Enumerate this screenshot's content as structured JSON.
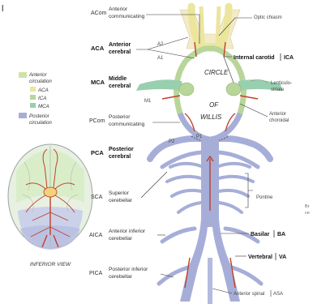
{
  "labels": {
    "acom_abbr": "ACom",
    "acom_l1": "Anterior",
    "acom_l2": "communicating",
    "aca_abbr": "ACA",
    "aca_l1": "Anterior",
    "aca_l2": "cerebral",
    "mca_abbr": "MCA",
    "mca_l1": "Middle",
    "mca_l2": "cerebral",
    "pcom_abbr": "PCom",
    "pcom_l1": "Posterior",
    "pcom_l2": "communicating",
    "pca_abbr": "PCA",
    "pca_l1": "Posterior",
    "pca_l2": "cerebral",
    "sca_abbr": "SCA",
    "sca_l1": "Superior",
    "sca_l2": "cerebellar",
    "aica_abbr": "AICA",
    "aica_l1": "Anterior inferior",
    "aica_l2": "cerebellar",
    "pica_abbr": "PICA",
    "pica_l1": "Posterior inferior",
    "pica_l2": "cerebellar",
    "optic_chiasm": "Optic chiasm",
    "internal_carotid": "Internal carotid",
    "ica_abbr": "ICA",
    "lenticulo_1": "Lenticulo-",
    "lenticulo_2": "striate",
    "anterior_choroidal_1": "Anterior",
    "anterior_choroidal_2": "choroidal",
    "pontine": "Pontine",
    "basilar": "Basilar",
    "ba_abbr": "BA",
    "vertebral": "Vertebral",
    "va_abbr": "VA",
    "anterior_spinal": "Anterior spinal",
    "asa_abbr": "ASA",
    "circle": "CIRCLE",
    "of": "OF",
    "willis": "WILLIS",
    "a1": "A1",
    "a2": "A2",
    "m1": "M1",
    "p1": "P1",
    "p2": "P2",
    "cut_1": "Br",
    "cut_2": "ce"
  },
  "legend": {
    "anterior_1": "Anterior",
    "anterior_2": "circulation",
    "aca": "ACA",
    "ica": "ICA",
    "mca": "MCA",
    "posterior_1": "Posterior",
    "posterior_2": "circulation"
  },
  "caption": "INFERIOR VIEW",
  "letter": "l",
  "colors": {
    "anterior": "#cfe3a8",
    "aca": "#ece59c",
    "ica": "#b8d69a",
    "mca": "#98cfae",
    "posterior": "#a6aed8",
    "arrow": "#c0402a"
  }
}
